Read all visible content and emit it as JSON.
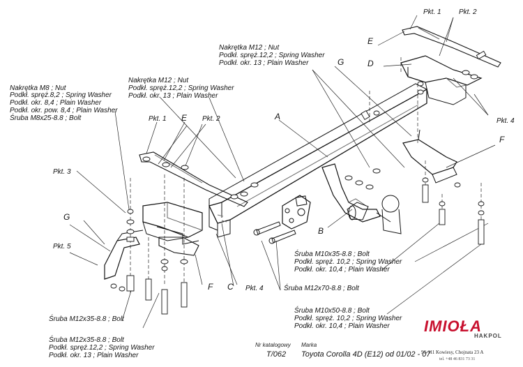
{
  "labels": {
    "nut_m8": "Nakrętka M8 ; Nut",
    "spring_8_2": "Podkł. spręż.8,2 ; Spring Washer",
    "plain_8_4": "Podkł. okr. 8,4 ; Plain Washer",
    "plain_pow_8_4": "Podkł. okr. pow. 8,4 ; Plain Washer",
    "bolt_m8x25": "Śruba M8x25-8.8 ;  Bolt",
    "nut_m12_a": "Nakrętka  M12 ; Nut",
    "spring_12_2_a": "Podkł. spręż.12,2 ; Spring Washer",
    "plain_13_a": "Podkł. okr. 13 ; Plain Washer",
    "nut_m12_b": "Nakrętka  M12 ; Nut",
    "spring_12_2_b": "Podkł. spręż.12,2 ; Spring Washer",
    "plain_13_b": "Podkł. okr. 13 ; Plain Washer",
    "bolt_m10x35": "Śruba M10x35-8.8 ;  Bolt",
    "spring_10_2_a": "Podkł. spręż. 10,2 ; Spring Washer",
    "plain_10_4_a": "Podkł. okr. 10,4 ; Plain Washer",
    "bolt_m12x70": "Śruba M12x70-8.8 ;  Bolt",
    "bolt_m10x50": "Śruba M10x50-8.8 ;  Bolt",
    "spring_10_2_b": "Podkł. spręż. 10,2 ; Spring Washer",
    "plain_10_4_b": "Podkł. okr. 10,4 ; Plain Washer",
    "bolt_m12x35_left": "Śruba M12x35-8.8 ;  Bolt",
    "bolt_m12x35_bottom": "Śruba M12x35-8.8 ;  Bolt",
    "spring_12_2_c": "Podkł. spręż.12,2 ; Spring Washer",
    "plain_13_c": "Podkł. okr. 13 ; Plain Washer"
  },
  "points": {
    "pkt1_top": "Pkt. 1",
    "pkt2_top": "Pkt. 2",
    "pkt4_right": "Pkt. 4",
    "pkt1_mid": "Pkt. 1",
    "pkt2_mid": "Pkt. 2",
    "pkt3": "Pkt. 3",
    "pkt5": "Pkt. 5",
    "pkt4_bottom": "Pkt. 4"
  },
  "letters": {
    "E_top": "E",
    "D": "D",
    "G_top": "G",
    "A": "A",
    "E_mid": "E",
    "F_right": "F",
    "G_left": "G",
    "B": "B",
    "F_bottom": "F",
    "C": "C"
  },
  "footer": {
    "catalog_label": "Nr katalogowy",
    "catalog_value": "T/062",
    "brand_label": "Marka",
    "brand_value": "Toyota Corolla 4D (E12)   od  01/02 -  07"
  },
  "company": {
    "name": "IMIOŁA",
    "sub": "HAKPOL",
    "address": "96-111 Kowiesy, Chojnata 23 A",
    "tel": "tel. +48 46 831 73 31",
    "accent_color": "#c8102e"
  }
}
